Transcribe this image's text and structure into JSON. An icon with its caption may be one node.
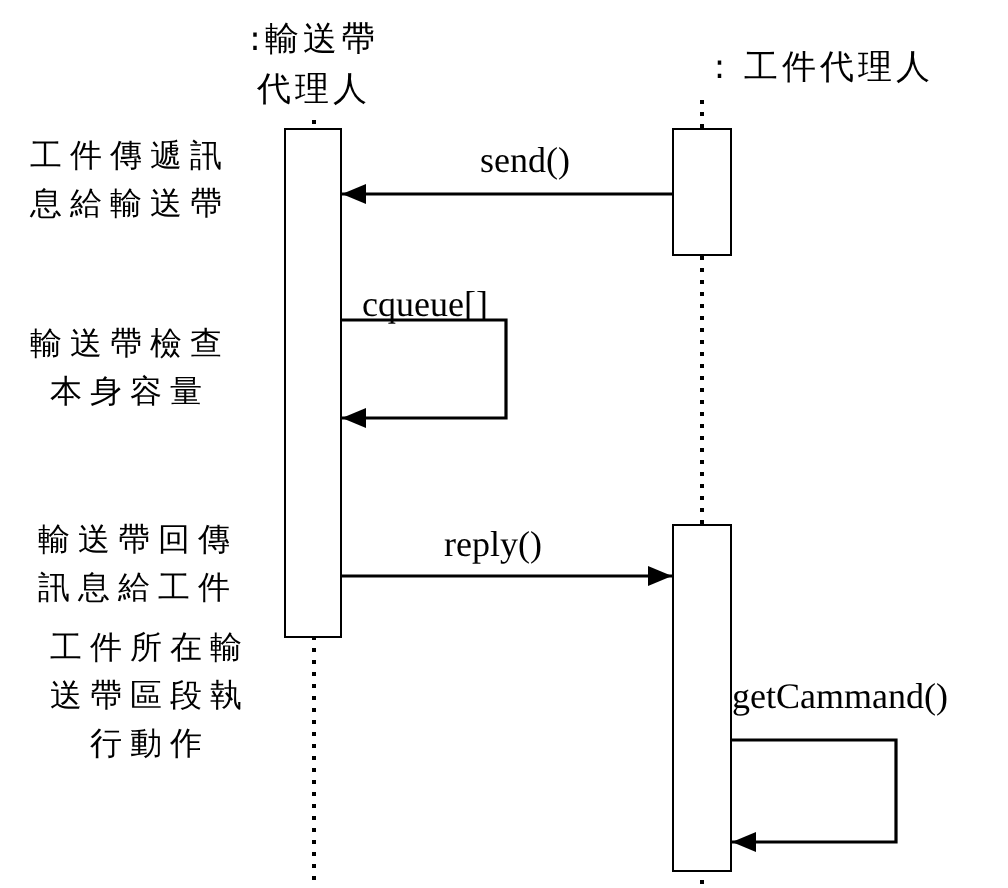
{
  "diagram": {
    "nodes": [
      {
        "text": [
          ":輸送帶代理人"
        ]
      },
      {
        "text": [
          ": 工件代理人"
        ]
      },
      {
        "text": [],
        "shape": "box"
      },
      {
        "text": [],
        "shape": "box"
      },
      {
        "text": [],
        "shape": "box"
      }
    ],
    "edges": [
      {
        "from": 3,
        "to": 2,
        "arrow": "to",
        "label": "send()"
      },
      {
        "from": 2,
        "to": 2,
        "arrow": "to",
        "label": "cqueue[]"
      },
      {
        "from": 2,
        "to": 4,
        "arrow": "to",
        "label": "reply()"
      },
      {
        "from": 4,
        "to": 4,
        "arrow": "to",
        "label": "getCammand()"
      }
    ],
    "labels": [
      "工件傳遞訊息給輸送帶",
      "輸送帶檢查本身容量",
      "輸送帶回傳訊息給工件",
      "工件所在輸送帶區段執行動作"
    ]
  }
}
